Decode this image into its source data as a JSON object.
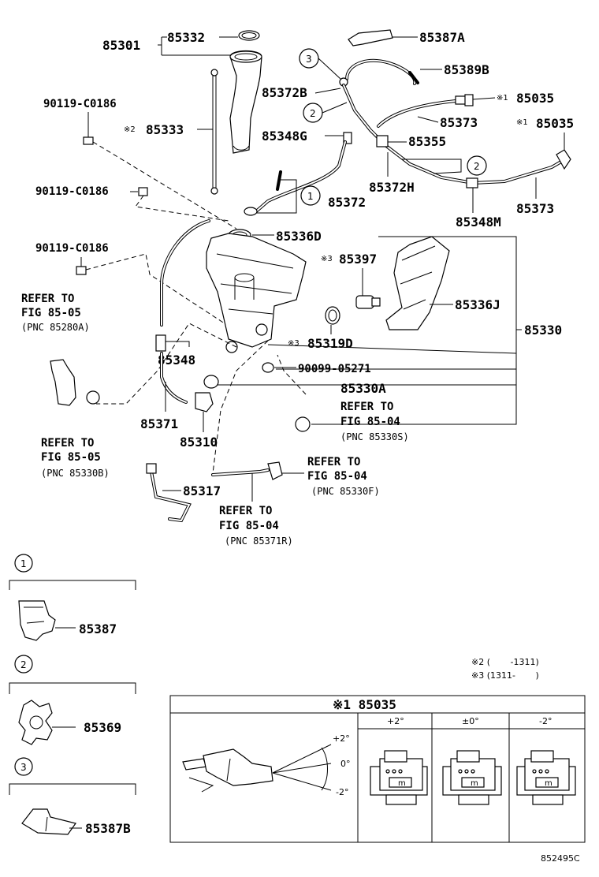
{
  "labels": {
    "p85301": "85301",
    "p85332": "85332",
    "p85387A": "85387A",
    "p85389B": "85389B",
    "p85372B": "85372B",
    "p85035_1": "85035",
    "p85035_2": "85035",
    "p85373_1": "85373",
    "p85373_2": "85373",
    "p85355": "85355",
    "p85348G": "85348G",
    "p85333": "85333",
    "p85372H": "85372H",
    "p85372": "85372",
    "p85348M": "85348M",
    "p85336D": "85336D",
    "p85397": "85397",
    "p85336J": "85336J",
    "p85330": "85330",
    "p85319D": "85319D",
    "p90099": "90099-05271",
    "p85348": "85348",
    "p85330A": "85330A",
    "p85371": "85371",
    "p85310": "85310",
    "p85317": "85317",
    "p85387": "85387",
    "p85369": "85369",
    "p85387B": "85387B",
    "bolt1": "90119-C0186",
    "bolt2": "90119-C0186",
    "bolt3": "90119-C0186"
  },
  "marks": {
    "m1": "※1",
    "m2": "※2",
    "m3": "※3",
    "m85035a": "※1",
    "m85035b": "※1",
    "m85397": "※3",
    "m85319D": "※3"
  },
  "circles": {
    "c1": "1",
    "c2": "2",
    "c3": "3"
  },
  "refs": {
    "r1_line1": "REFER TO",
    "r1_line2": "FIG 85-05",
    "r1_line3": "(PNC 85280A)",
    "r2_line1": "REFER TO",
    "r2_line2": "FIG 85-05",
    "r2_line3": "(PNC 85330B)",
    "r3_line1": "REFER TO",
    "r3_line2": "FIG 85-04",
    "r3_line3": "(PNC 85330S)",
    "r4_line1": "REFER TO",
    "r4_line2": "FIG 85-04",
    "r4_line3": "(PNC 85330F)",
    "r5_line1": "REFER TO",
    "r5_line2": "FIG 85-04",
    "r5_line3": "(PNC 85371R)"
  },
  "notes": {
    "note2": "※2 (　　 -1311)",
    "note3": "※3 (1311-　　 )"
  },
  "inset": {
    "title": "※1 85035",
    "col1": "+2°",
    "col2": "±0°",
    "col3": "-2°",
    "angle_top": "+2°",
    "angle_mid": "0°",
    "angle_bot": "-2°",
    "mini": "m"
  },
  "code": "852495C"
}
